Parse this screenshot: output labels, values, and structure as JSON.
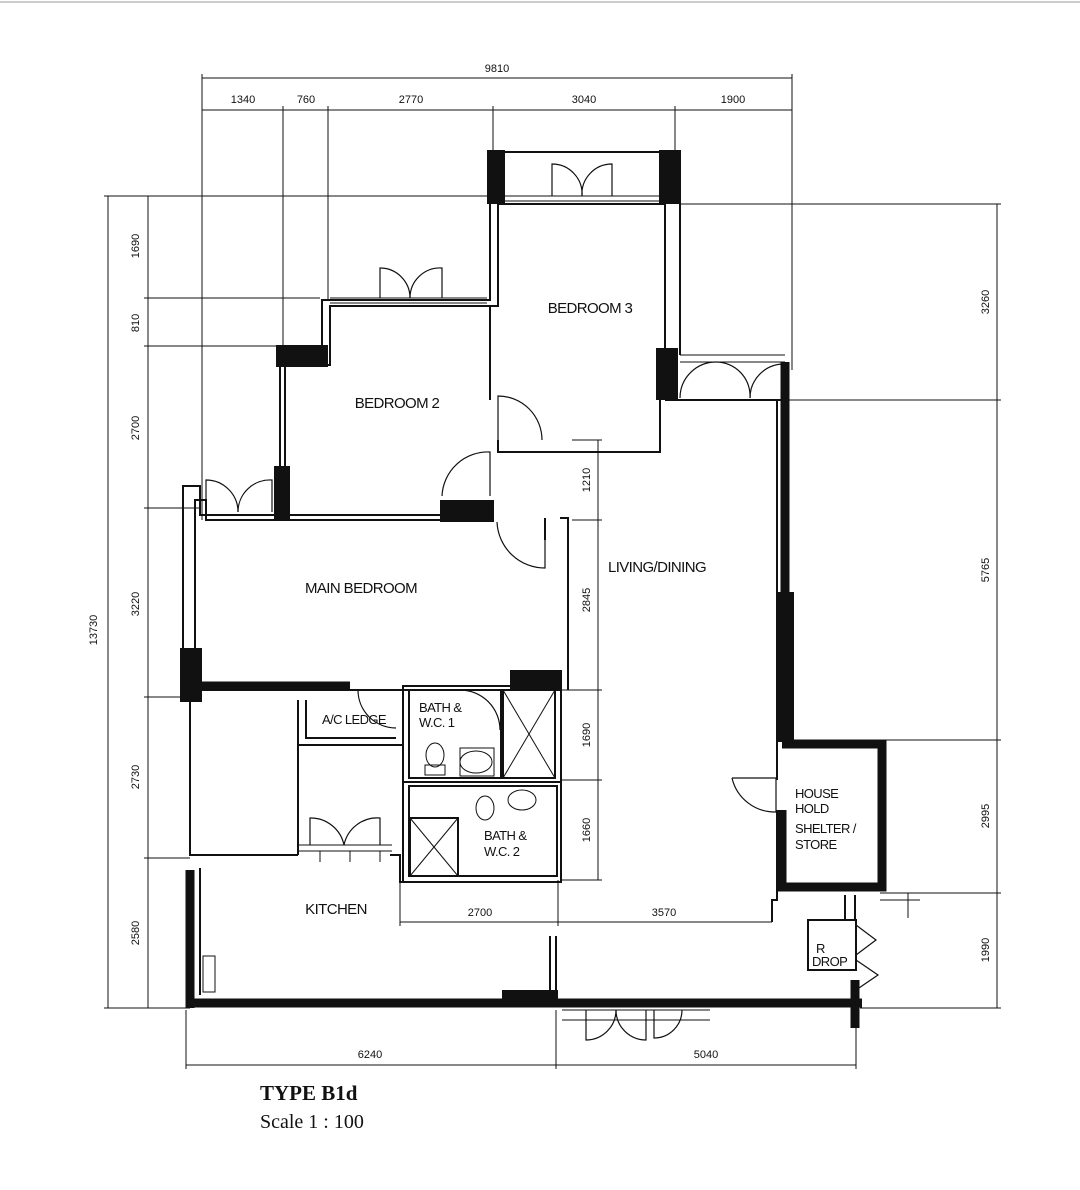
{
  "plan": {
    "type_label": "TYPE B1d",
    "scale_label": "Scale  1 : 100",
    "rooms": {
      "bedroom3": "BEDROOM 3",
      "bedroom2": "BEDROOM 2",
      "main_bedroom": "MAIN BEDROOM",
      "living_dining": "LIVING/DINING",
      "ac_ledge": "A/C LEDGE",
      "bath1_line1": "BATH &",
      "bath1_line2": "W.C. 1",
      "bath2_line1": "BATH &",
      "bath2_line2": "W.C. 2",
      "shelter_line1": "HOUSE",
      "shelter_line2": "HOLD",
      "shelter_line3": "SHELTER /",
      "shelter_line4": "STORE",
      "kitchen": "KITCHEN",
      "refuse_line1": "R",
      "refuse_line2": "DROP"
    },
    "dimensions": {
      "top_total": "9810",
      "top_segments": [
        "1340",
        "760",
        "2770",
        "3040",
        "1900"
      ],
      "left_total": "13730",
      "left_segments": [
        "1690",
        "810",
        "2700",
        "3220",
        "2730",
        "2580"
      ],
      "right_segments": [
        "3260",
        "5765",
        "2995",
        "1990"
      ],
      "bottom_segments": [
        "6240",
        "5040"
      ],
      "inner_1210": "1210",
      "inner_2845": "2845",
      "inner_1690": "1690",
      "inner_1660": "1660",
      "inner_2700": "2700",
      "inner_3570": "3570"
    }
  }
}
